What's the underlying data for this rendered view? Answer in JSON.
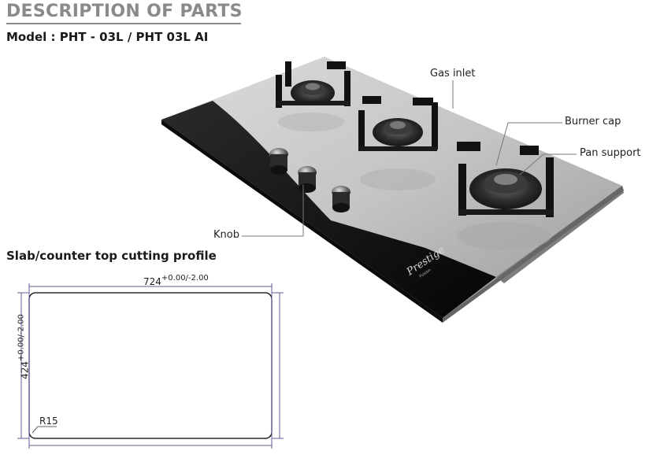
{
  "title": "DESCRIPTION OF PARTS",
  "model": "Model : PHT - 03L / PHT 03L AI",
  "callouts": {
    "gas_inlet": "Gas inlet",
    "burner_cap": "Burner cap",
    "pan_support": "Pan support",
    "knob": "Knob"
  },
  "brand": {
    "name": "Prestige",
    "tagline": "Fusion"
  },
  "cutting_profile": {
    "heading": "Slab/counter top cutting profile",
    "width": "724",
    "width_tolerance": "+0.00/-2.00",
    "height": "424",
    "height_tolerance": "+0.00/-2.00",
    "corner_radius": "R15"
  }
}
